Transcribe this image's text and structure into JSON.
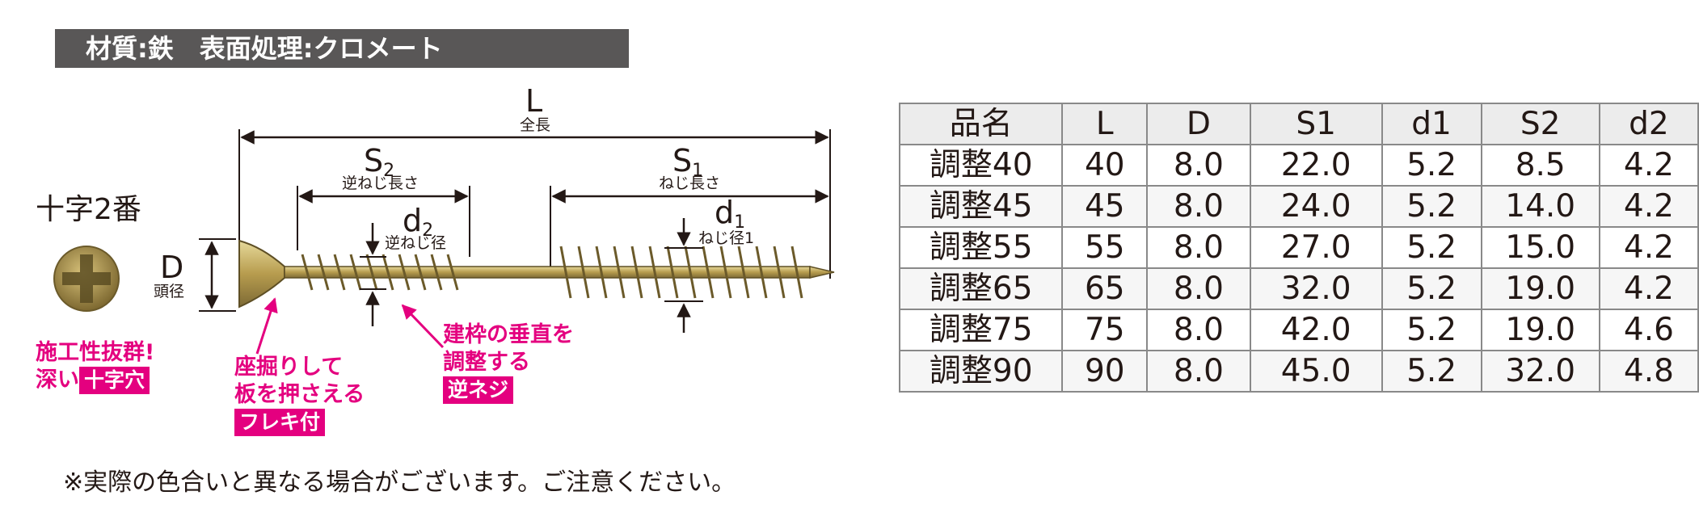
{
  "header": {
    "text": "材質:鉄　表面処理:クロメート"
  },
  "drawing": {
    "L_label": "L",
    "L_sub": "全長",
    "S2_main": "S",
    "S2_index": "2",
    "S2_sub": "逆ねじ長さ",
    "S1_main": "S",
    "S1_index": "1",
    "S1_sub": "ねじ長さ",
    "d2_main": "d",
    "d2_index": "2",
    "d2_sub": "逆ねじ径",
    "d1_main": "d",
    "d1_index": "1",
    "d1_sub": "ねじ径1",
    "D_label": "D",
    "D_sub": "頭径",
    "drive_label": "十字2番"
  },
  "features": {
    "head": {
      "line1": "施工性抜群!",
      "line2_prefix": "深い",
      "tag": "十字穴"
    },
    "flange": {
      "line1": "座掘りして",
      "line2": "板を押さえる",
      "tag": "フレキ付"
    },
    "reverse": {
      "line1": "建枠の垂直を",
      "line2": "調整する",
      "tag": "逆ネジ"
    }
  },
  "table": {
    "headers": [
      "品名",
      "L",
      "D",
      "S1",
      "d1",
      "S2",
      "d2"
    ],
    "rows": [
      [
        "調整40",
        "40",
        "8.0",
        "22.0",
        "5.2",
        "8.5",
        "4.2"
      ],
      [
        "調整45",
        "45",
        "8.0",
        "24.0",
        "5.2",
        "14.0",
        "4.2"
      ],
      [
        "調整55",
        "55",
        "8.0",
        "27.0",
        "5.2",
        "15.0",
        "4.2"
      ],
      [
        "調整65",
        "65",
        "8.0",
        "32.0",
        "5.2",
        "19.0",
        "4.2"
      ],
      [
        "調整75",
        "75",
        "8.0",
        "42.0",
        "5.2",
        "19.0",
        "4.6"
      ],
      [
        "調整90",
        "90",
        "8.0",
        "45.0",
        "5.2",
        "32.0",
        "4.8"
      ]
    ]
  },
  "note": "※実際の色合いと異なる場合がございます。ご注意ください。",
  "colors": {
    "accent": "#e4007f",
    "header_bg": "#595757",
    "screw": "#c9b56a"
  }
}
